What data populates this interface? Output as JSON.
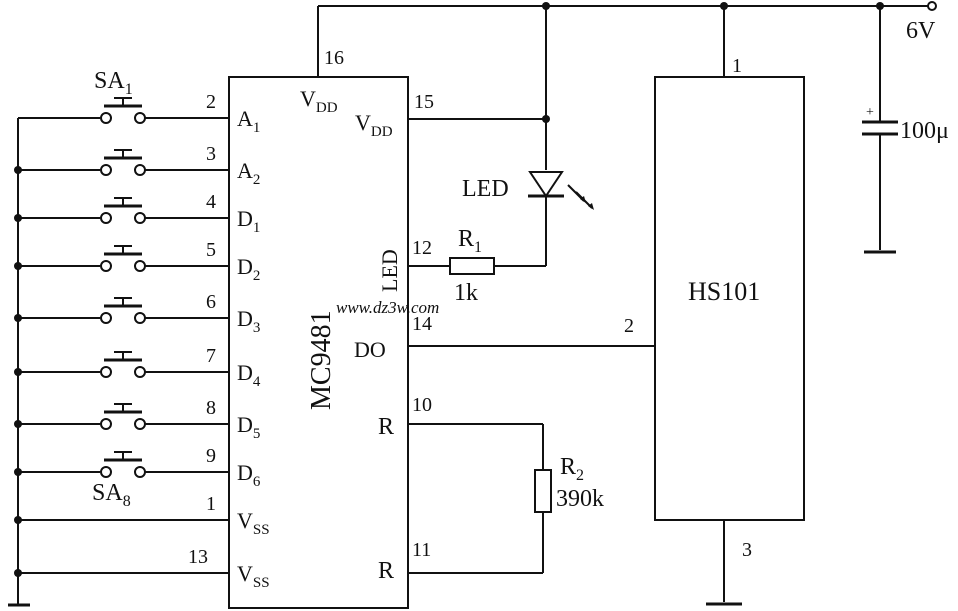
{
  "watermark": "www.dz3w.com",
  "supply": "6V",
  "ic": {
    "name": "MC9481",
    "pins_left": [
      {
        "num": "2",
        "name": "A",
        "sub": "1"
      },
      {
        "num": "3",
        "name": "A",
        "sub": "2"
      },
      {
        "num": "4",
        "name": "D",
        "sub": "1"
      },
      {
        "num": "5",
        "name": "D",
        "sub": "2"
      },
      {
        "num": "6",
        "name": "D",
        "sub": "3"
      },
      {
        "num": "7",
        "name": "D",
        "sub": "4"
      },
      {
        "num": "8",
        "name": "D",
        "sub": "5"
      },
      {
        "num": "9",
        "name": "D",
        "sub": "6"
      },
      {
        "num": "1",
        "name": "V",
        "sub": "SS"
      },
      {
        "num": "13",
        "name": "V",
        "sub": "SS"
      }
    ],
    "pin16": {
      "num": "16",
      "name": "V",
      "sub": "DD"
    },
    "pins_right": [
      {
        "num": "15",
        "name": "V",
        "sub": "DD"
      },
      {
        "num": "12",
        "name": "LED",
        "sub": ""
      },
      {
        "num": "14",
        "name": "DO",
        "sub": ""
      },
      {
        "num": "10",
        "name": "R",
        "sub": ""
      },
      {
        "num": "11",
        "name": "R",
        "sub": ""
      }
    ]
  },
  "switches": {
    "first": {
      "name": "SA",
      "sub": "1"
    },
    "last": {
      "name": "SA",
      "sub": "8"
    }
  },
  "led": {
    "label": "LED"
  },
  "r1": {
    "name": "R",
    "sub": "1",
    "value": "1k"
  },
  "r2": {
    "name": "R",
    "sub": "2",
    "value": "390k"
  },
  "hs101": {
    "name": "HS101",
    "pin_top": "1",
    "pin_left": "2",
    "pin_bottom": "3"
  },
  "capacitor": {
    "value": "100μ",
    "polarity": "+"
  }
}
